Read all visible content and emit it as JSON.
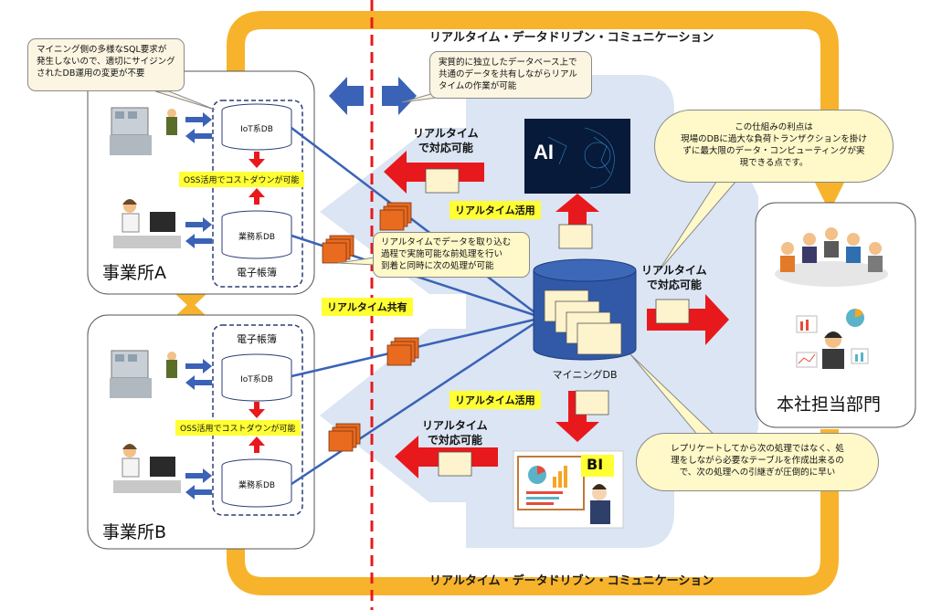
{
  "flow_top_label": "リアルタイム・データドリブン・コミュニケーション",
  "flow_bottom_label": "リアルタイム・データドリブン・コミュニケーション",
  "callouts": {
    "mining_sql": [
      "マイニング側の多様なSQL要求が",
      "発生しないので、適切にサイジング",
      "されたDB運用の変更が不要"
    ],
    "independent_db": [
      "実質的に独立したデータベース上で",
      "共通のデータを共有しながらリアル",
      "タイムの作業が可能"
    ],
    "advantage": [
      "この仕組みの利点は",
      "現場のDBに過大な負荷トランザクションを掛け",
      "ずに最大限のデータ・コンピューティングが実",
      "現できる点です。"
    ],
    "realtime_ingest": [
      "リアルタイムでデータを取り込む",
      "過程で実施可能な前処理を行い",
      "到着と同時に次の処理が可能"
    ],
    "replicate": [
      "レプリケートしてから次の処理ではなく、処",
      "理をしながら必要なテーブルを作成出来るの",
      "で、次の処理への引継ぎが圧倒的に早い"
    ]
  },
  "office_a": {
    "name": "事業所A",
    "iot_db": "IoT系DB",
    "business_db": "業務系DB",
    "ledger": "電子帳簿",
    "oss_note": "OSS活用でコストダウンが可能"
  },
  "office_b": {
    "name": "事業所B",
    "iot_db": "IoT系DB",
    "business_db": "業務系DB",
    "ledger": "電子帳簿",
    "oss_note": "OSS活用でコストダウンが可能"
  },
  "center": {
    "mining_db": "マイニングDB",
    "realtime_share": "リアルタイム共有",
    "realtime_use_top": "リアルタイム活用",
    "realtime_use_bottom": "リアルタイム活用",
    "realtime_ok_ai": [
      "リアルタイム",
      "で対応可能"
    ],
    "realtime_ok_hq": [
      "リアルタイム",
      "で対応可能"
    ],
    "realtime_ok_bi": [
      "リアルタイム",
      "で対応可能"
    ],
    "ai_label": "AI",
    "bi_label": "BI"
  },
  "hq": {
    "name": "本社担当部門"
  },
  "colors": {
    "orange": "#f7b32b",
    "red_arrow": "#e8191c",
    "blue_link": "#3a62b7",
    "panel": "#dbe5f3",
    "dash_red": "#e8191c",
    "yellow_label": "#ffff33"
  }
}
